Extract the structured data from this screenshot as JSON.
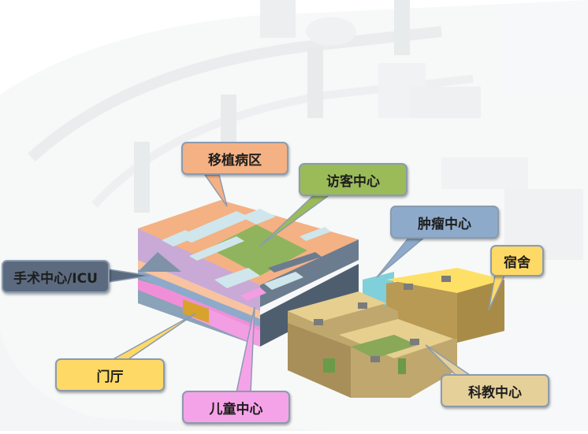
{
  "labels": {
    "transplant_ward": "移植病区",
    "visitor_center": "访客中心",
    "oncology_center": "肿瘤中心",
    "dormitory": "宿舍",
    "surgery_icu": "手术中心/ICU",
    "lobby": "门厅",
    "children_center": "儿童中心",
    "research_education": "科教中心"
  },
  "colors": {
    "transplant_ward": "#f4b183",
    "visitor_center": "#9bbb59",
    "oncology_center": "#8eaacb",
    "dormitory": "#ffd966",
    "surgery_icu": "#5b6a7f",
    "lobby": "#ffd966",
    "children_center": "#f5a3e8",
    "research_education": "#e6d09a"
  }
}
